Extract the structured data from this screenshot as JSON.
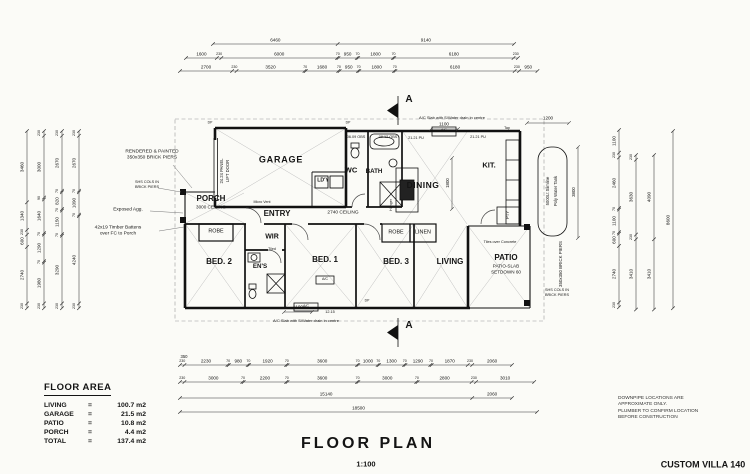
{
  "title": {
    "main": "FLOOR  PLAN",
    "scale": "1:100"
  },
  "model": "CUSTOM VILLA 140",
  "notes": [
    "DOWNPIPE LOCATIONS ARE",
    "APPROXIMATE ONLY.",
    "PLUMBER TO CONFIRM LOCATION",
    "BEFORE CONSTRUCTION"
  ],
  "floor_area": {
    "heading": "FLOOR AREA",
    "rows": [
      {
        "label": "LIVING",
        "eq": "=",
        "value": "100.7 m2"
      },
      {
        "label": "GARAGE",
        "eq": "=",
        "value": "21.5 m2"
      },
      {
        "label": "PATIO",
        "eq": "=",
        "value": "10.8 m2"
      },
      {
        "label": "PORCH",
        "eq": "=",
        "value": "4.4 m2"
      },
      {
        "label": "TOTAL",
        "eq": "=",
        "value": "137.4 m2"
      }
    ]
  },
  "rooms": {
    "garage": "GARAGE",
    "porch": "PORCH",
    "porch_sub": "3000 CEILING",
    "entry": "ENTRY",
    "hall_ceiling": "2740 CEILING",
    "wc": "WC",
    "bath": "BATH",
    "ldy": "LD'Y",
    "dining": "DINING",
    "kit": "KIT.",
    "bed1": "BED. 1",
    "bed2": "BED. 2",
    "bed3": "BED. 3",
    "living": "LIVING",
    "patio": "PATIO",
    "patio_sub1": "PATIO-SLAB",
    "patio_sub2": "SETDOWN 60",
    "patio_note": "Tiles over Concrete",
    "ens": "EN'S",
    "wir": "WIR",
    "robe": "ROBE",
    "linen": "LINEN",
    "tiled": "Tiled"
  },
  "annotations": {
    "rendered1": "RENDERED & PAINTED",
    "rendered2": "350x350 BRICK PIERS",
    "shs_left1": "SHS COLS IN",
    "shs_left2": "BRICK PIERS",
    "exposed": "Exposed Agg.",
    "battens1": "42x19 Timber Battens",
    "battens2": "over FC to Porch",
    "garage_door1": "24.24 PANEL",
    "garage_door2": "LIFT DOOR",
    "micro_vent": "Micro Vent",
    "tank1": "5000Lt Slimline",
    "tank2": "Poly Water Tank",
    "piers_right": "350x350 BRICK PIERS",
    "shs_right1": "SHS COLS IN",
    "shs_right2": "BRICK PIERS",
    "slab_top": "A/C Slab with S/Water drain in centre",
    "slab_bottom": "A/C Slab with S/Water drain in centre",
    "section": "A",
    "pty": "PTY",
    "hanger": "Hanger",
    "tap": "Tap",
    "win1": "06.09 OBS",
    "win2": "09.12 OBS",
    "win3": "21.21 PU",
    "win4": "21.21 PU",
    "win5": "12.15",
    "ac": "A/C",
    "dp": "DP",
    "dim_1100_top": "1100",
    "dim_1200": "1200",
    "dim_1100_bot": "1100",
    "dim_1800": "1800",
    "dim_3800": "3800",
    "dim_350": "350"
  },
  "dims": {
    "h_rows": [
      [
        "6460",
        "9140"
      ],
      [
        "1600",
        "230",
        "6000",
        "70",
        "950",
        "70",
        "1800",
        "70",
        "6180",
        "230"
      ],
      [
        "2700",
        "230",
        "3520",
        "70",
        "1680",
        "70",
        "950",
        "70",
        "1800",
        "70",
        "6180",
        "230",
        "950"
      ],
      [
        "230",
        "2230",
        "70",
        "980",
        "70",
        "1920",
        "70",
        "3600",
        "70",
        "1000",
        "70",
        "1300",
        "70",
        "1290",
        "70",
        "1870",
        "230",
        "2060"
      ],
      [
        "230",
        "3000",
        "70",
        "2200",
        "70",
        "3600",
        "70",
        "3000",
        "70",
        "2800",
        "230",
        "3010"
      ],
      [
        "15140",
        "2060"
      ],
      [
        "18500"
      ]
    ],
    "v_cols": [
      [
        "3460",
        "1340",
        "230",
        "600",
        "2740",
        "230"
      ],
      [
        "230",
        "3000",
        "90",
        "1640",
        "70",
        "1290",
        "70",
        "1980",
        "230"
      ],
      [
        "230",
        "2670",
        "70",
        "820",
        "70",
        "1150",
        "70",
        "3290",
        "230"
      ],
      [
        "230",
        "2670",
        "70",
        "1090",
        "70",
        "4240",
        "230"
      ],
      [
        "1100",
        "230",
        "2460",
        "70",
        "1100",
        "70",
        "600",
        "2740",
        "230"
      ],
      [
        "230",
        "3630",
        "230",
        "3410"
      ],
      [
        "4090",
        "3410"
      ],
      [
        "8600"
      ]
    ]
  }
}
